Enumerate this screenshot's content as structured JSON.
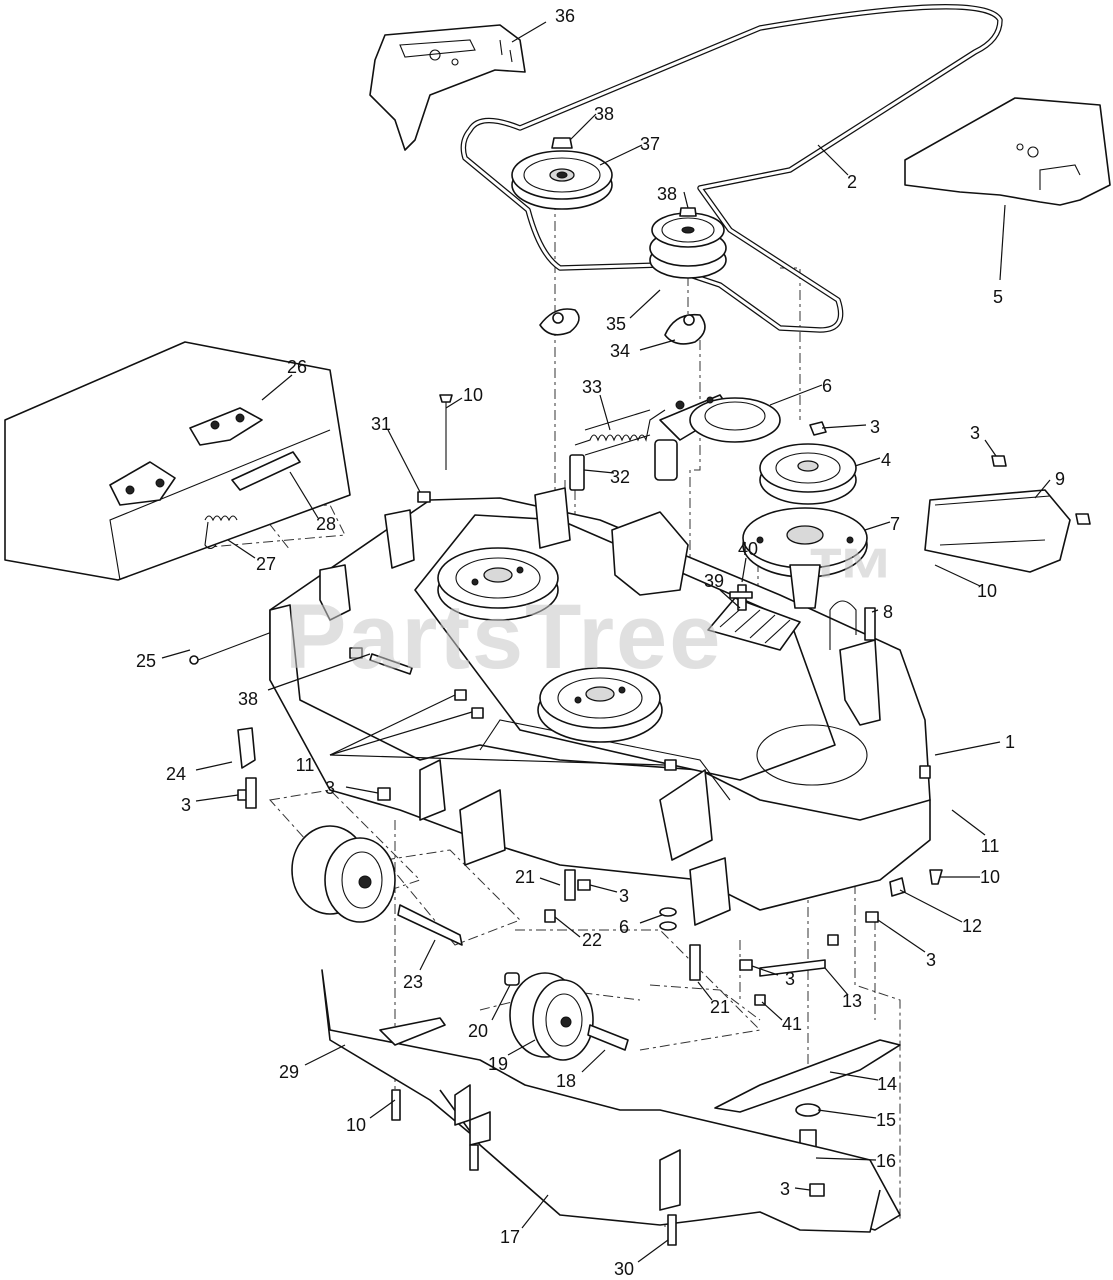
{
  "watermark": {
    "text": "PartsTree",
    "trademark": "™"
  },
  "callouts": [
    "36",
    "38",
    "37",
    "2",
    "5",
    "38",
    "35",
    "34",
    "26",
    "10",
    "31",
    "33",
    "6",
    "3",
    "4",
    "7",
    "3",
    "9",
    "28",
    "32",
    "27",
    "40",
    "39",
    "8",
    "10",
    "25",
    "38",
    "1",
    "24",
    "11",
    "3",
    "3",
    "11",
    "21",
    "3",
    "10",
    "12",
    "6",
    "22",
    "23",
    "3",
    "3",
    "21",
    "13",
    "41",
    "20",
    "19",
    "18",
    "29",
    "14",
    "15",
    "10",
    "16",
    "3",
    "17",
    "30"
  ]
}
